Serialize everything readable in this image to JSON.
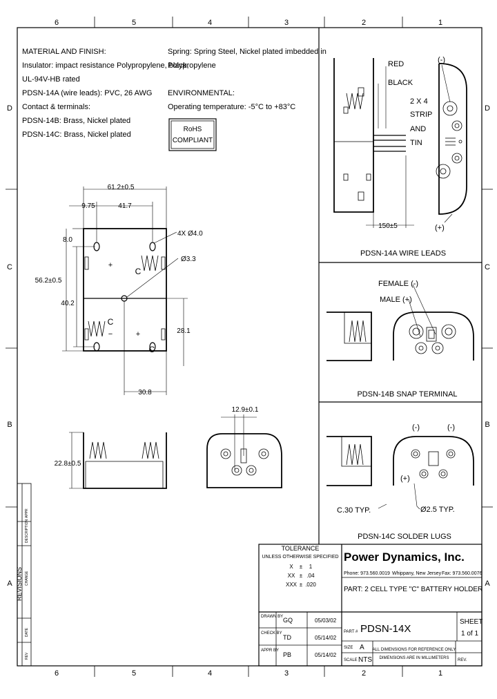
{
  "border": {
    "column_numbers": [
      "6",
      "5",
      "4",
      "3",
      "2",
      "1"
    ],
    "row_letters": [
      "D",
      "C",
      "B",
      "A"
    ]
  },
  "notes": {
    "left": [
      "MATERIAL AND FINISH:",
      "Insulator: impact resistance Polypropylene, black,",
      "UL-94V-HB rated",
      "PDSN-14A (wire leads): PVC, 26 AWG",
      "Contact & terminals:",
      "PDSN-14B: Brass, Nickel plated",
      "PDSN-14C: Brass, Nickel plated"
    ],
    "right": [
      "Spring: Spring Steel, Nickel plated imbedded in",
      "Polypropylene",
      "",
      "ENVIRONMENTAL:",
      "Operating temperature: -5°C to +83°C"
    ],
    "rohs": [
      "RoHS",
      "COMPLIANT"
    ]
  },
  "dims": {
    "overall_width": "61.2±0.5",
    "edge_offset": "9.75",
    "center_spacing": "41.7",
    "top_offset": "8.0",
    "height": "56.2±0.5",
    "cell_spacing": "40.2",
    "holes": "4X Ø4.0",
    "center_hole": "Ø3.3",
    "lower_height": "28.1",
    "lower_width": "30.8",
    "depth": "22.8±0.5",
    "terminal_width": "12.9±0.1"
  },
  "symbols": {
    "plus": "+",
    "minus": "−",
    "cell": "C"
  },
  "views": {
    "wire_leads": {
      "title": "PDSN-14A WIRE LEADS",
      "red": "RED",
      "black": "BLACK",
      "strip": [
        "2 X 4",
        "STRIP",
        "AND",
        "TIN"
      ],
      "lead_length": "150±5",
      "neg": "(-)",
      "pos": "(+)"
    },
    "snap": {
      "title": "PDSN-14B SNAP TERMINAL",
      "female": "FEMALE (-)",
      "male": "MALE (+)"
    },
    "solder": {
      "title": "PDSN-14C SOLDER LUGS",
      "neg_left": "(-)",
      "neg_right": "(-)",
      "pos": "(+)",
      "lug_spacing": "C.30 TYP.",
      "hole": "Ø2.5 TYP."
    }
  },
  "title_block": {
    "tolerance": "TOLERANCE",
    "unless": "UNLESS OTHERWISE SPECIFIED",
    "tol_rows": [
      [
        "X",
        "±",
        "1"
      ],
      [
        "XX",
        "±",
        ".04"
      ],
      [
        "XXX",
        "±",
        ".020"
      ]
    ],
    "company": "Power Dynamics, Inc.",
    "phone": "Phone: 973.560.0019",
    "city": "Whippany, New Jersey",
    "fax": "Fax: 973.560.0076",
    "part": "PART: 2 CELL TYPE \"C\" BATTERY HOLDER",
    "drawn_label": "DRAWN BY",
    "drawn_by": "GQ",
    "drawn_date": "05/03/02",
    "check_label": "CHECK BY",
    "check_by": "TD",
    "check_date": "05/14/02",
    "appr_label": "APPR BY",
    "appr_by": "PB",
    "appr_date": "05/14/02",
    "part_no_label": "PART #",
    "part_no": "PDSN-14X",
    "sheet_label": "SHEET",
    "sheet": "1 of 1",
    "size_label": "SIZE",
    "size": "A",
    "scale_label": "SCALE",
    "scale": "NTS",
    "note": [
      "ALL DIMENSIONS FOR REFERENCE ONLY",
      "DIMENSIONS ARE IN MILLIMETERS"
    ],
    "rev_label": "REV."
  },
  "revisions": {
    "title": "REVISIONS",
    "columns": [
      "REV",
      "DATE",
      "CHANGE",
      "DESCRIPTION",
      "APPR"
    ]
  }
}
